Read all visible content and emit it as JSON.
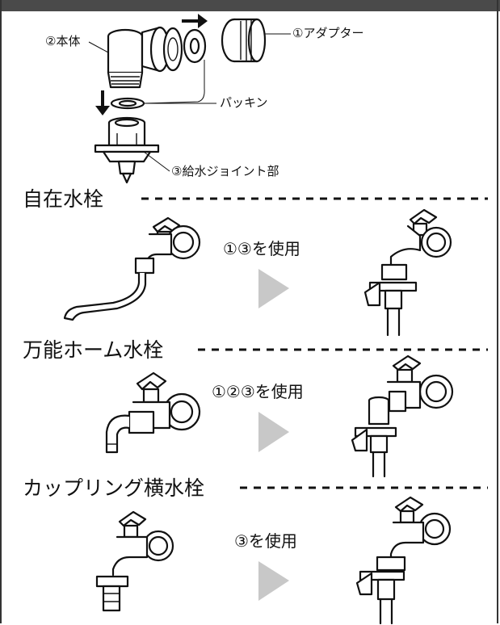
{
  "parts": {
    "adapter": "①アダプター",
    "body": "②本体",
    "packing": "パッキン",
    "joint": "③給水ジョイント部"
  },
  "sections": [
    {
      "title": "自在水栓",
      "usage": "①③を使用"
    },
    {
      "title": "万能ホーム水栓",
      "usage": "①②③を使用"
    },
    {
      "title": "カップリング横水栓",
      "usage": "③を使用"
    }
  ]
}
